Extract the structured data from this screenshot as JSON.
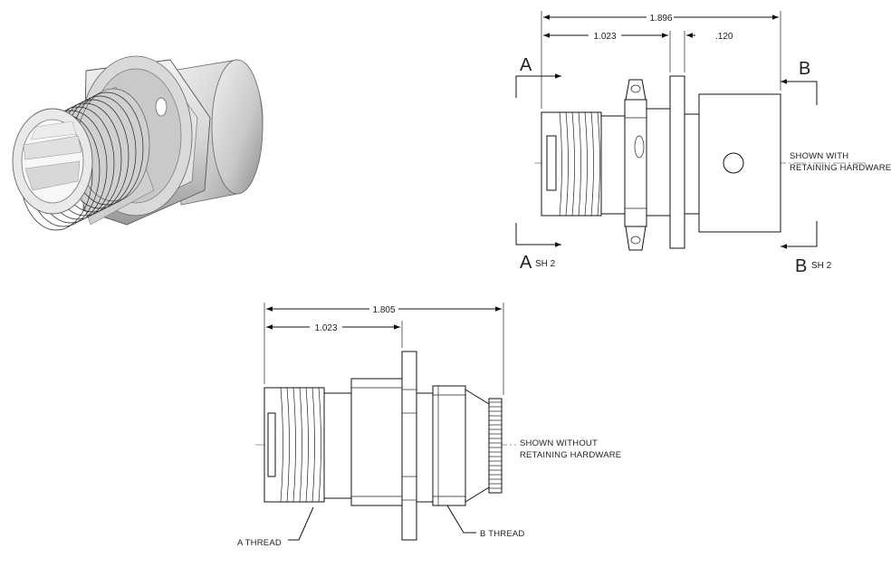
{
  "colors": {
    "line": "#111111",
    "background": "#ffffff",
    "body_light": "#e6e6e6",
    "body_mid": "#bdbdbd",
    "body_dark": "#8a8a8a"
  },
  "top_view": {
    "dim_overall": "1.896",
    "dim_thread": "1.023",
    "dim_flange": ".120",
    "section_a": "A",
    "section_b": "B",
    "section_a_sheet": "SH 2",
    "section_b_sheet": "SH 2",
    "note_line1": "SHOWN WITH",
    "note_line2": "RETAINING HARDWARE"
  },
  "bottom_view": {
    "dim_overall": "1.805",
    "dim_thread": "1.023",
    "note_line1": "SHOWN WITHOUT",
    "note_line2": "RETAINING HARDWARE",
    "label_a_thread": "A THREAD",
    "label_b_thread": "B THREAD"
  }
}
